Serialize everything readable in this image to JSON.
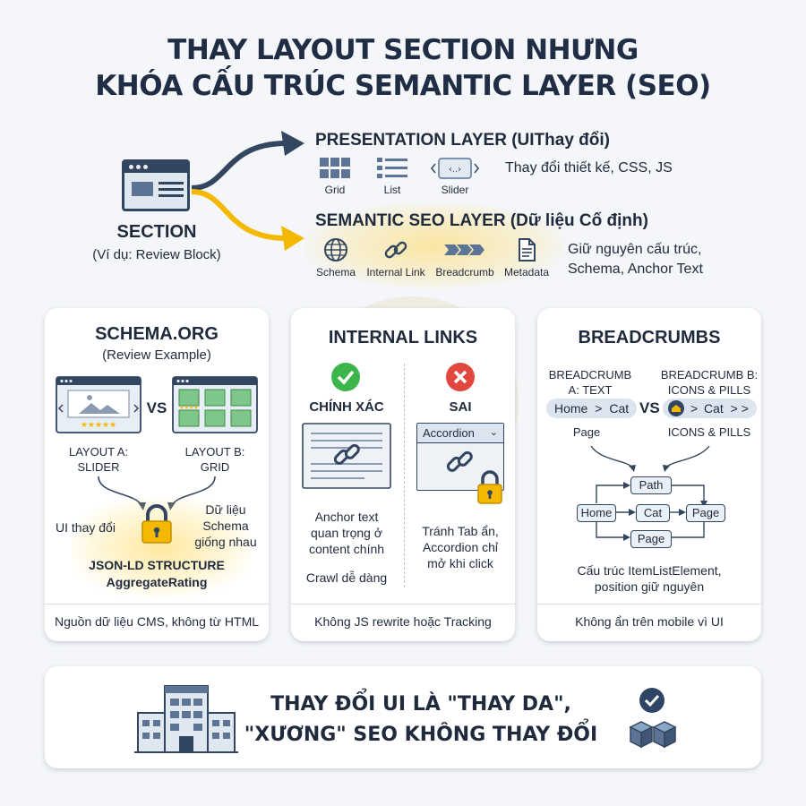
{
  "title": {
    "line1": "THAY LAYOUT SECTION NHƯNG",
    "line2": "KHÓA CẤU TRÚC SEMANTIC LAYER (SEO)"
  },
  "section": {
    "label": "SECTION",
    "sub": "(Ví dụ: Review Block)"
  },
  "presentation_layer": {
    "title": "PRESENTATION LAYER (UIThay đổi)",
    "icons": [
      "Grid",
      "List",
      "Slider"
    ],
    "desc": "Thay đổi thiết kế, CSS, JS"
  },
  "semantic_layer": {
    "title": "SEMANTIC SEO LAYER (Dữ liệu Cố định)",
    "icons": [
      "Schema",
      "Internal Link",
      "Breadcrumb",
      "Metadata"
    ],
    "desc_line1": "Giữ nguyên cấu trúc,",
    "desc_line2": "Schema, Anchor Text"
  },
  "card_schema": {
    "title": "SCHEMA.ORG",
    "sub": "(Review Example)",
    "vs": "VS",
    "layout_a_line1": "LAYOUT A:",
    "layout_a_line2": "SLIDER",
    "layout_b_line1": "LAYOUT B:",
    "layout_b_line2": "GRID",
    "ui_changes": "UI thay đổi",
    "same_data_line1": "Dữ liệu",
    "same_data_line2": "Schema",
    "same_data_line3": "giống nhau",
    "jsonld_line1": "JSON-LD STRUCTURE",
    "jsonld_line2": "AggregateRating",
    "footer": "Nguồn dữ liệu CMS, không từ HTML"
  },
  "card_links": {
    "title": "INTERNAL LINKS",
    "correct_label": "CHÍNH XÁC",
    "wrong_label": "SAI",
    "accordion_label": "Accordion",
    "correct_line1": "Anchor text",
    "correct_line2": "quan trọng ở",
    "correct_line3": "content chính",
    "correct_line4": "Crawl dễ dàng",
    "wrong_line1": "Tránh Tab ẩn,",
    "wrong_line2": "Accordion chỉ",
    "wrong_line3": "mở khi click",
    "footer": "Không JS rewrite hoặc Tracking"
  },
  "card_breadcrumbs": {
    "title": "BREADCRUMBS",
    "a_line1": "BREADCRUMB",
    "a_line2": "A: TEXT",
    "b_line1": "BREADCRUMB B:",
    "b_line2": "ICONS & PILLS",
    "vs": "VS",
    "pill_a_home": "Home",
    "pill_a_sep": ">",
    "pill_a_cat": "Cat",
    "pill_b_sep": ">",
    "pill_b_cat": "Cat",
    "pill_b_more": "> >",
    "page_a": "Page",
    "page_b": "ICONS & PILLS",
    "node_path": "Path",
    "node_home": "Home",
    "node_cat": "Cat",
    "node_page": "Page",
    "node_page2": "Page",
    "desc_line1": "Cấu trúc ItemListElement,",
    "desc_line2": "position giữ nguyên",
    "footer": "Không ẩn trên mobile vì UI"
  },
  "bottom": {
    "line1": "THAY ĐỔI UI LÀ \"THAY DA\",",
    "line2": "\"XƯƠNG\" SEO KHÔNG THAY ĐỔI"
  },
  "colors": {
    "navy": "#33465f",
    "yellow": "#f5b800",
    "green": "#3cb54a",
    "red": "#e2473f"
  }
}
